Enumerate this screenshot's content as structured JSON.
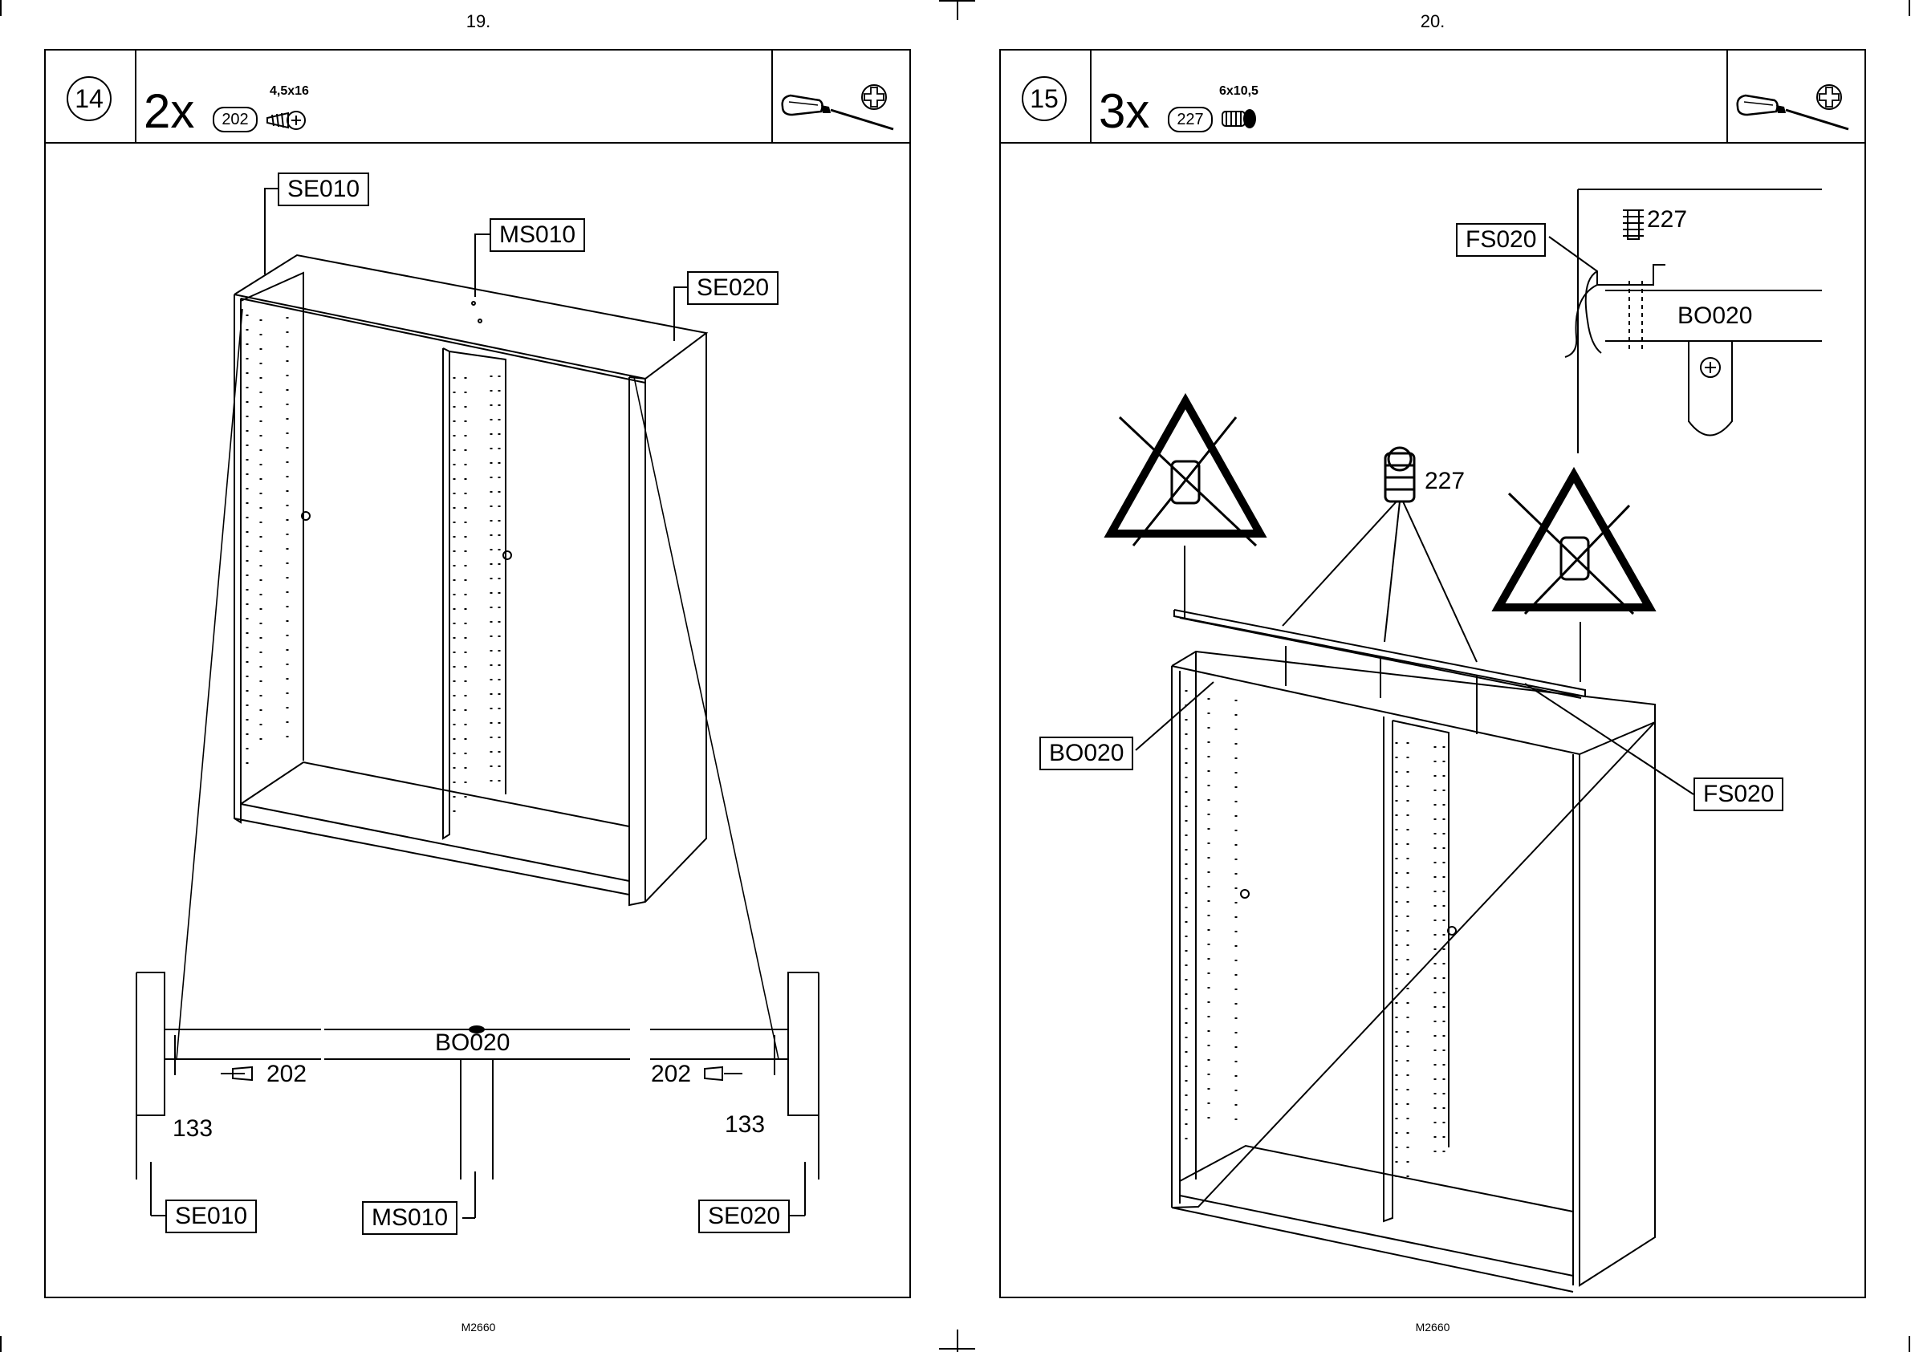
{
  "pages": [
    {
      "page_number": "19.",
      "footer": "M2660",
      "step": "14",
      "quantity": "2x",
      "part_number": "202",
      "part_spec": "4,5x16",
      "labels": {
        "top_left_panel": "SE010",
        "middle_panel": "MS010",
        "top_right_panel": "SE020",
        "detail_bottom": "BO020",
        "screw_left": "202",
        "screw_right": "202",
        "hole_left": "133",
        "hole_right": "133",
        "detail_left": "SE010",
        "detail_middle": "MS010",
        "detail_right": "SE020"
      }
    },
    {
      "page_number": "20.",
      "footer": "M2660",
      "step": "15",
      "quantity": "3x",
      "part_number": "227",
      "part_spec": "6x10,5",
      "labels": {
        "detail_rail": "FS020",
        "detail_screw": "227",
        "detail_bottom": "BO020",
        "screw_callout": "227",
        "bottom_panel": "BO020",
        "rail": "FS020"
      }
    }
  ]
}
